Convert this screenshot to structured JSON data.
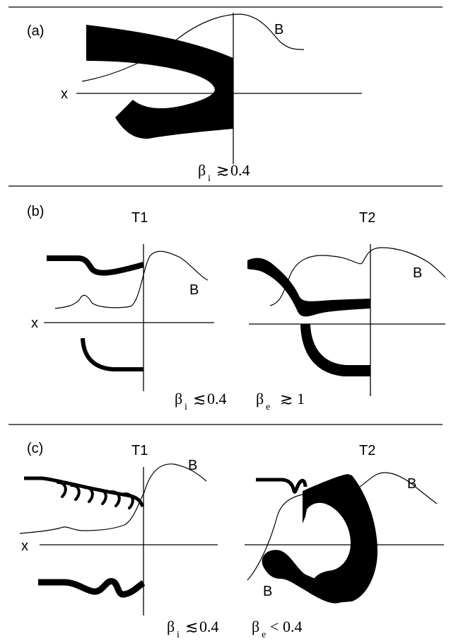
{
  "panels": {
    "a": {
      "tag": "(a)",
      "field_label": "B",
      "axis_label": "x",
      "beta": {
        "symbol": "β",
        "sub": "i",
        "relation": "≳",
        "value": "0.4"
      }
    },
    "b": {
      "tag": "(b)",
      "left_title": "T1",
      "right_title": "T2",
      "field_label_left": "B",
      "field_label_right": "B",
      "axis_label": "x",
      "beta_left": {
        "symbol": "β",
        "sub": "i",
        "relation": "≲",
        "value": "0.4"
      },
      "beta_right": {
        "symbol": "β",
        "sub": "e",
        "relation": "≳",
        "value": "1"
      }
    },
    "c": {
      "tag": "(c)",
      "left_title": "T1",
      "right_title": "T2",
      "field_label_left": "B",
      "field_label_right": "B",
      "blob_label": "B",
      "axis_label": "x",
      "beta_left": {
        "symbol": "β",
        "sub": "i",
        "relation": "≲",
        "value": "0.4"
      },
      "beta_right": {
        "symbol": "β",
        "sub": "e",
        "relation": "<",
        "value": "0.4"
      }
    }
  }
}
